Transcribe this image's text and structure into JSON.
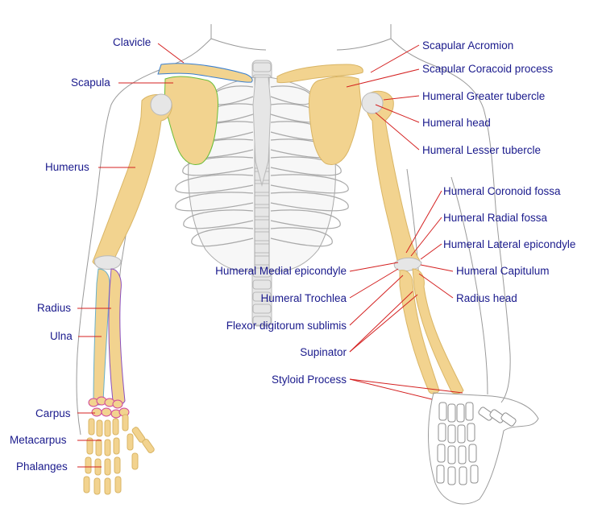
{
  "labels": {
    "clavicle": "Clavicle",
    "scapula": "Scapula",
    "humerus": "Humerus",
    "radius": "Radius",
    "ulna": "Ulna",
    "carpus": "Carpus",
    "metacarpus": "Metacarpus",
    "phalanges": "Phalanges",
    "scapular_acromion": "Scapular Acromion",
    "scapular_coracoid": "Scapular Coracoid process",
    "greater_tubercle": "Humeral Greater tubercle",
    "humeral_head": "Humeral head",
    "lesser_tubercle": "Humeral Lesser tubercle",
    "coronoid_fossa": "Humeral Coronoid fossa",
    "radial_fossa": "Humeral Radial fossa",
    "lateral_epicondyle": "Humeral Lateral epicondyle",
    "medial_epicondyle": "Humeral Medial epicondyle",
    "capitulum": "Humeral Capitulum",
    "trochlea": "Humeral Trochlea",
    "radius_head": "Radius head",
    "flexor": "Flexor digitorum sublimis",
    "supinator": "Supinator",
    "styloid": "Styloid Process"
  },
  "colors": {
    "label_text": "#1a1a8c",
    "leader_line": "#d42020",
    "bone_fill": "#f2d38f",
    "cartilage": "#e6e6e6",
    "outline": "#9a9a9a"
  }
}
